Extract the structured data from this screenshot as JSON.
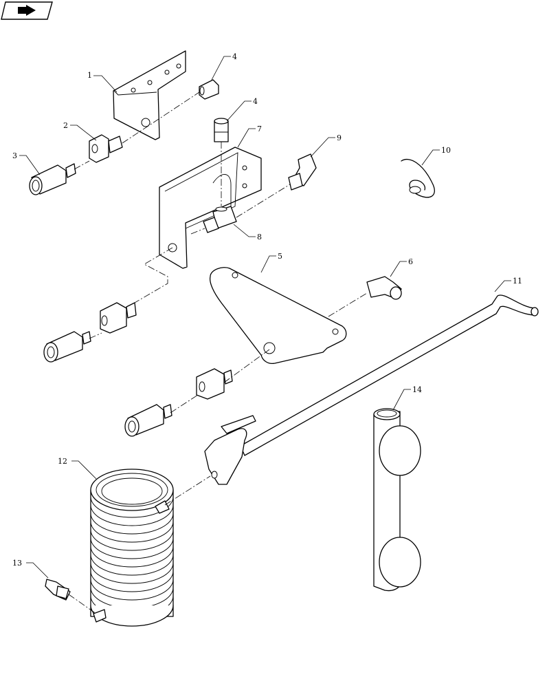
{
  "callouts": [
    "1",
    "2",
    "3",
    "4",
    "4",
    "5",
    "6",
    "7",
    "8",
    "9",
    "10",
    "11",
    "12",
    "13",
    "14"
  ],
  "nav_icon": "arrow-page-icon",
  "colors": {
    "line": "#000000",
    "background": "#ffffff"
  }
}
